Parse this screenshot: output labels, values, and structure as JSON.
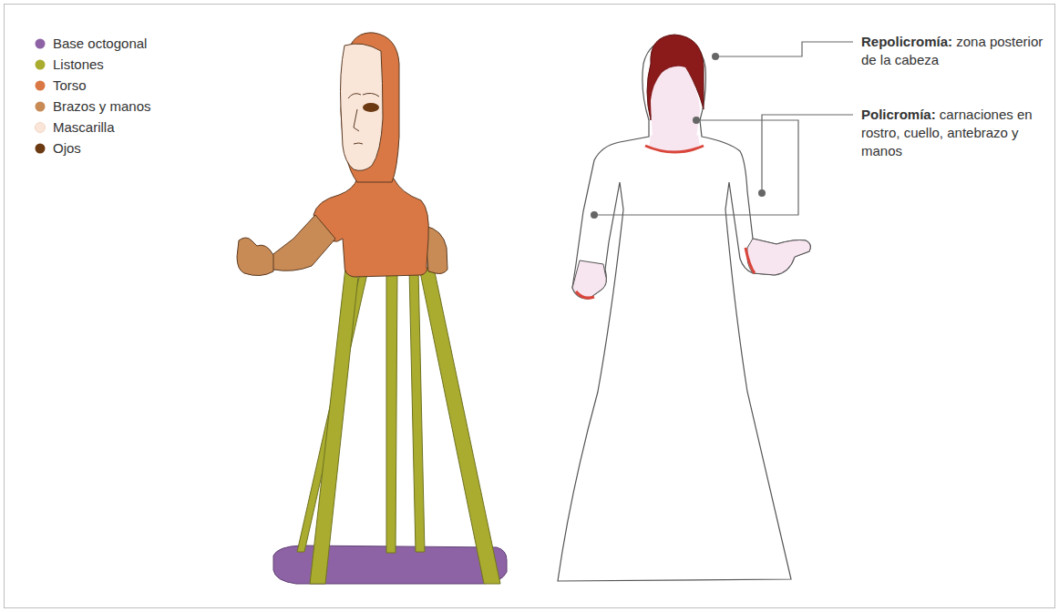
{
  "diagram": {
    "labels": [
      "Repolicromía:",
      "zona posterior de la cabeza",
      "Policromía:",
      "carnaciones en rostro, cuello, antebrazo y manos"
    ],
    "legend": [
      {
        "text": "Base octogonal",
        "color": "#8e63a6"
      },
      {
        "text": "Listones",
        "color": "#a9ac2f"
      },
      {
        "text": "Torso",
        "color": "#d97844"
      },
      {
        "text": "Brazos y manos",
        "color": "#c88b56"
      },
      {
        "text": "Mascarilla",
        "color": "#fae6d9"
      },
      {
        "text": "Ojos",
        "color": "#6b3a12"
      }
    ]
  }
}
